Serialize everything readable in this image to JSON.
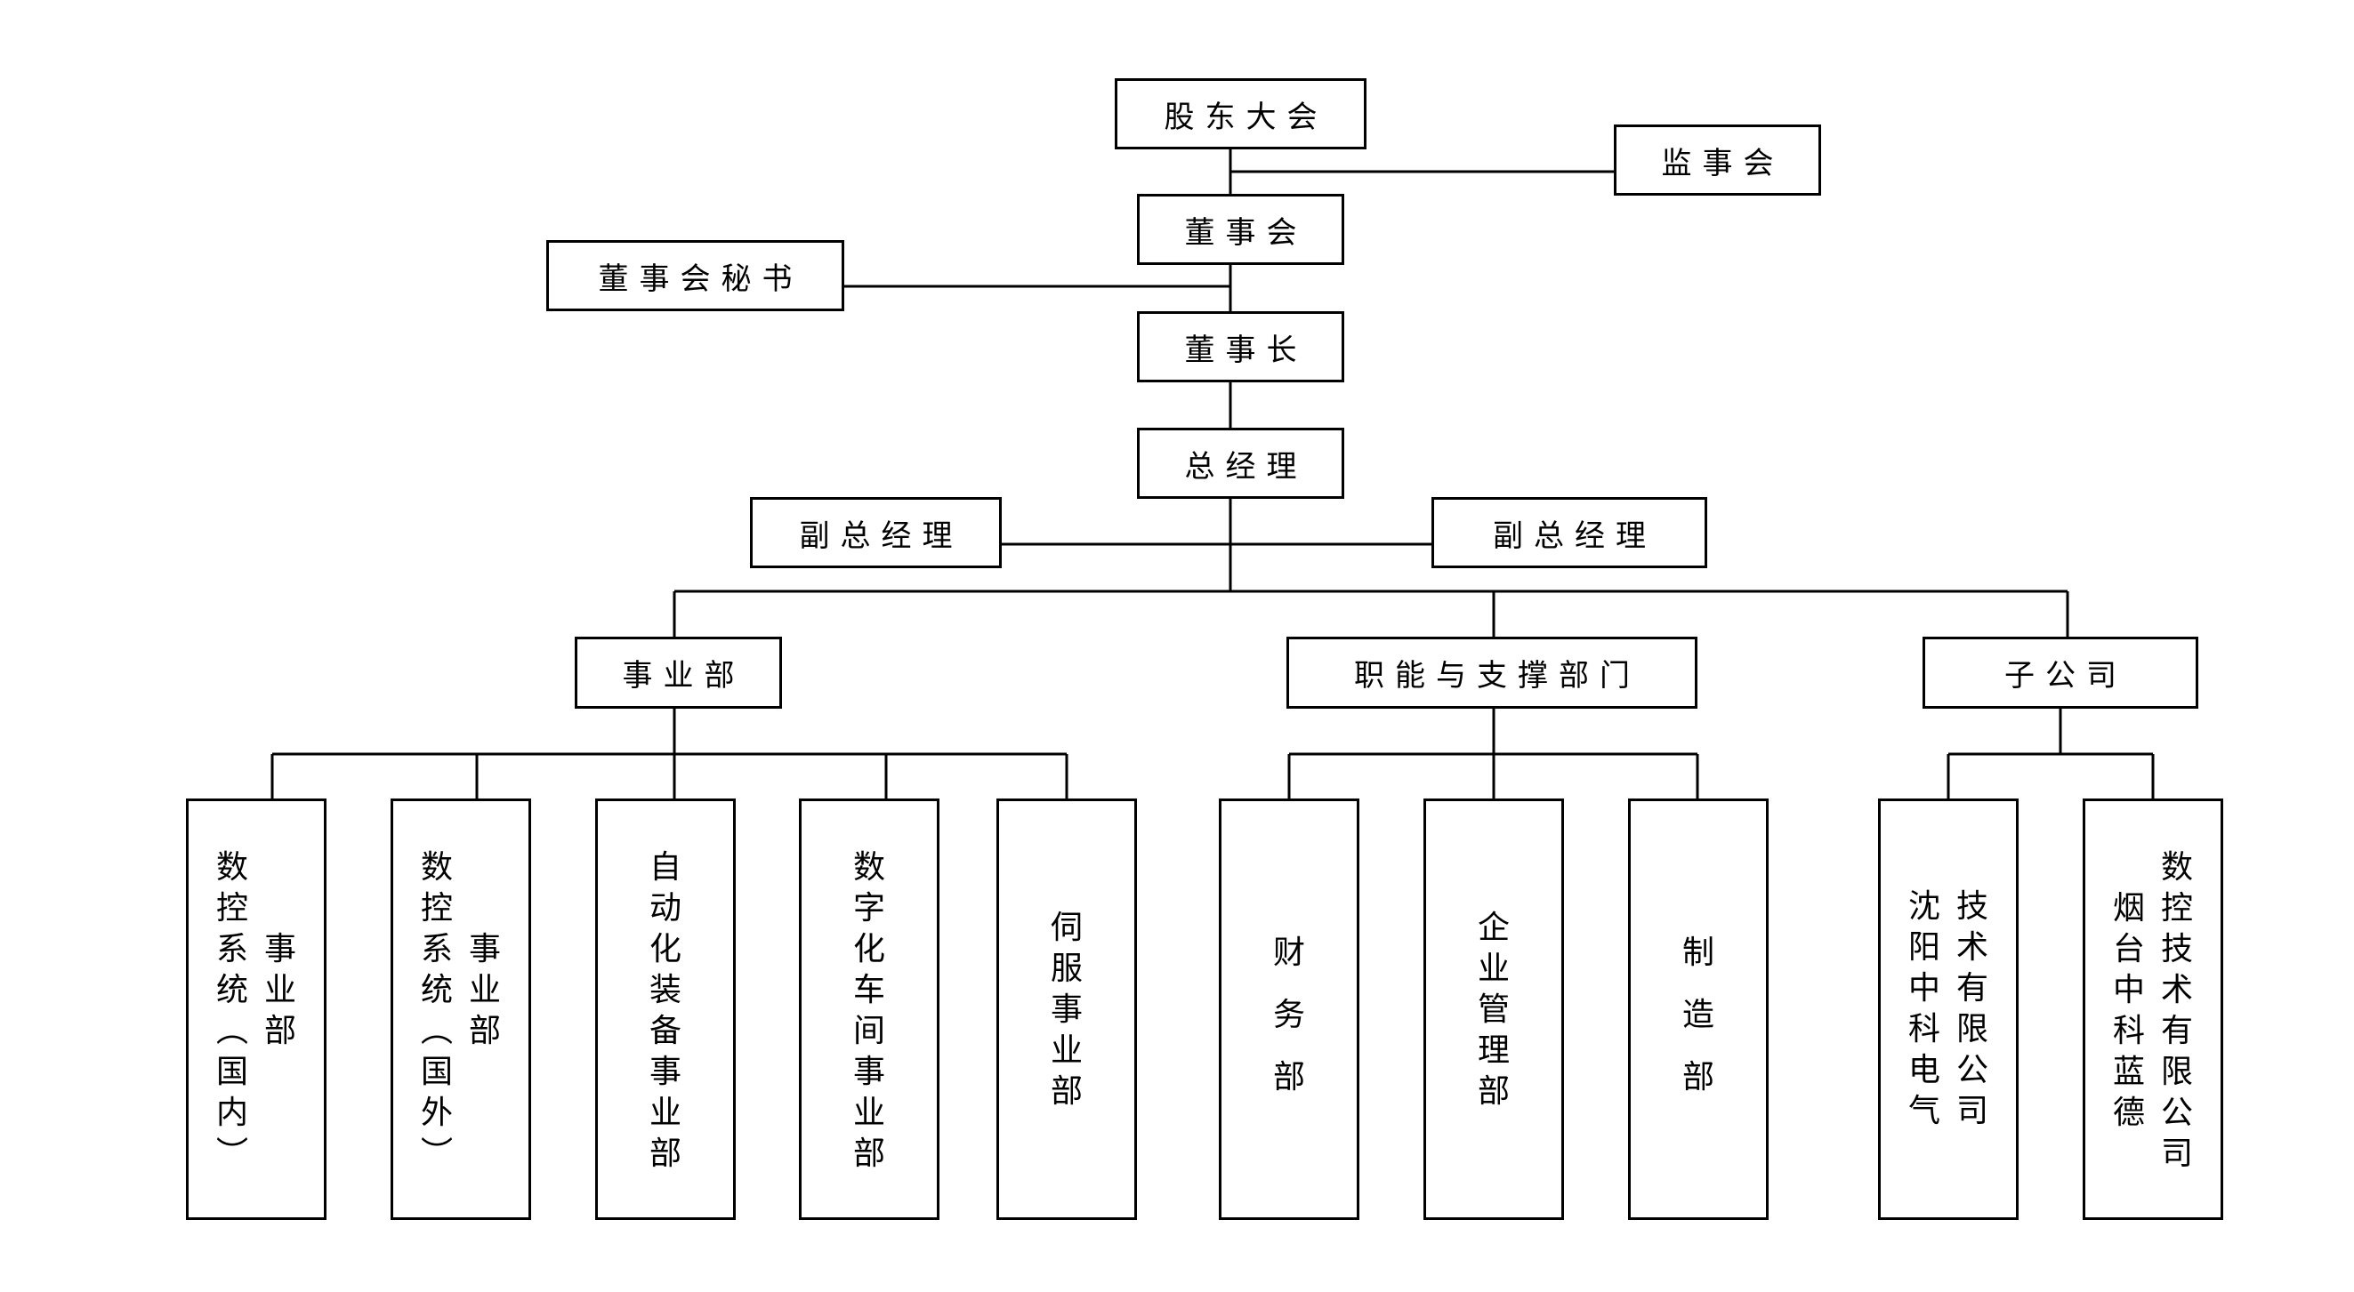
{
  "top": {
    "shareholders": "股东大会",
    "supervisors": "监事会",
    "board": "董事会",
    "board_secretary": "董事会秘书",
    "chairman": "董事长",
    "general_manager": "总经理",
    "vice_gm_left": "副总经理",
    "vice_gm_right": "副总经理"
  },
  "groups": {
    "business": "事业部",
    "functional": "职能与支撑部门",
    "subsidiaries": "子公司"
  },
  "business_units": [
    {
      "col1": "数控系统（国内）",
      "col2": "事业部"
    },
    {
      "col1": "数控系统（国外）",
      "col2": "事业部"
    },
    {
      "col1": "自动化装备事业部"
    },
    {
      "col1": "数字化车间事业部"
    },
    {
      "col1": "伺服事业部"
    }
  ],
  "functional_units": [
    {
      "col1": "财务部"
    },
    {
      "col1": "企业管理部"
    },
    {
      "col1": "制造部"
    }
  ],
  "subsidiary_units": [
    {
      "col1": "沈阳中科电气",
      "col2": "技术有限公司"
    },
    {
      "col1": "烟台中科蓝德",
      "col2": "数控技术有限公司"
    }
  ]
}
